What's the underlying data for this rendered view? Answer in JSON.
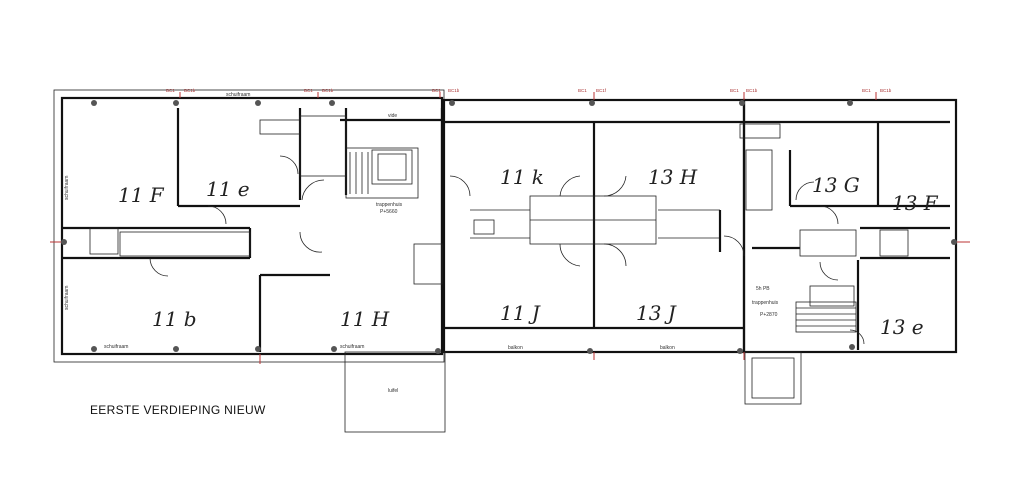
{
  "plan": {
    "title": "EERSTE VERDIEPING NIEUW",
    "units": [
      "11 F",
      "11 e",
      "11 k",
      "13 H",
      "13 G",
      "13 F",
      "11 b",
      "11 H",
      "11 J",
      "13 J",
      "13 e"
    ],
    "stairs_left": {
      "label": "trappenhuis",
      "level": "P+5660"
    },
    "stairs_right": {
      "label": "trappenhuis",
      "level": "P+2870"
    },
    "labels": {
      "vide": "vide",
      "schuifraam_top": "schuifraam",
      "schuifraam_left1": "schuifraam",
      "schuifraam_left2": "schuifraam",
      "schuifraam_bottom1": "schuifraam",
      "schuifraam_bottom2": "schuifraam",
      "balkon1": "balkon",
      "balkon2": "balkon",
      "luifel": "luifel",
      "pb": "5h PB"
    },
    "grid_tags": {
      "t1": "BC1",
      "t2": "BC1b",
      "t3": "BC1",
      "t4": "BC1b",
      "t5": "BC1",
      "t6": "BC1b",
      "t7": "BC1",
      "t8": "BC1f",
      "t9": "BC1",
      "t10": "BC1b",
      "t11": "BC1",
      "t12": "BC1b"
    }
  },
  "colors": {
    "wall": "#111111",
    "accent": "#b33333"
  }
}
